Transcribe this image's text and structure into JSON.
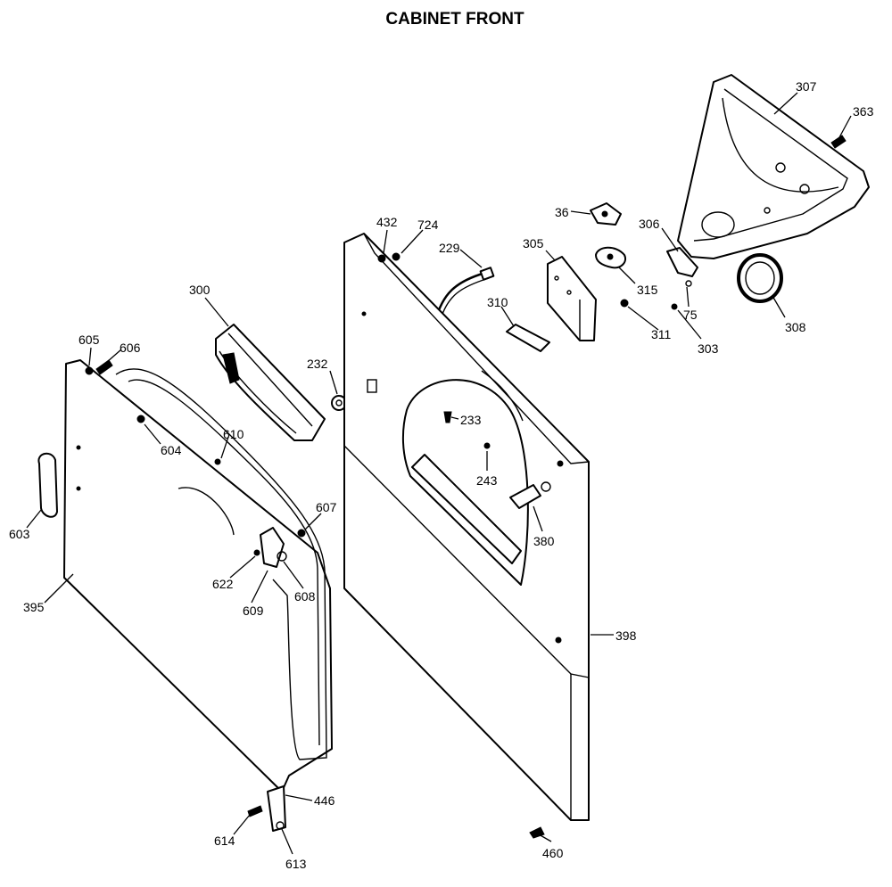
{
  "title": "CABINET FRONT",
  "callouts": {
    "c307": "307",
    "c363": "363",
    "c36": "36",
    "c306": "306",
    "c305": "305",
    "c315": "315",
    "c75": "75",
    "c308": "308",
    "c310": "310",
    "c311": "311",
    "c303": "303",
    "c432": "432",
    "c724": "724",
    "c229": "229",
    "c300": "300",
    "c232": "232",
    "c233": "233",
    "c243": "243",
    "c380": "380",
    "c605": "605",
    "c606": "606",
    "c604": "604",
    "c610": "610",
    "c603": "603",
    "c607": "607",
    "c622": "622",
    "c608": "608",
    "c609": "609",
    "c395": "395",
    "c398": "398",
    "c446": "446",
    "c614": "614",
    "c613": "613",
    "c460": "460"
  }
}
